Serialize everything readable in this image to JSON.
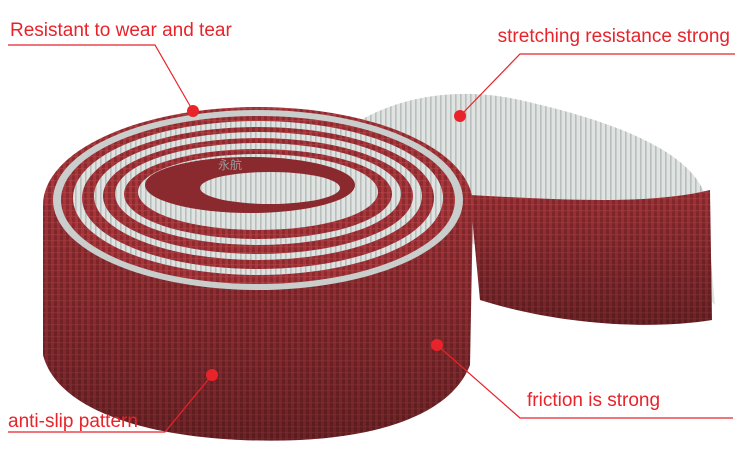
{
  "image": {
    "subject": "toothed timing belt coil with red anti-slip coating",
    "colors": {
      "belt_red": "#a8353a",
      "belt_red_dark": "#7f2327",
      "teeth_gray": "#dfe3e1",
      "accent": "#e8232a"
    }
  },
  "callouts": {
    "wear": "Resistant to wear and tear",
    "stretch": "stretching resistance strong",
    "antislip": "anti-slip pattern",
    "friction": "friction is strong"
  },
  "watermark": "永航"
}
